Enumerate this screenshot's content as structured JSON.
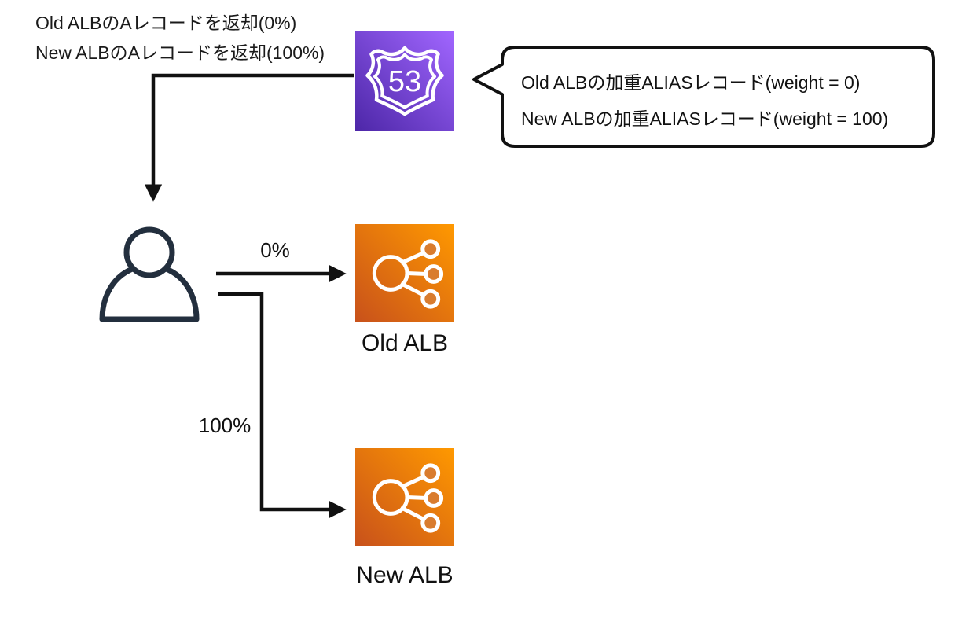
{
  "annotations": {
    "line1": "Old ALBのAレコードを返却(0%)",
    "line2": "New ALBのAレコードを返却(100%)"
  },
  "route53": {
    "shield_number": "53"
  },
  "bubble": {
    "line1": "Old ALBの加重ALIASレコード(weight = 0)",
    "line2": "New ALBの加重ALIASレコード(weight = 100)"
  },
  "arrows": {
    "to_old_alb_label": "0%",
    "to_new_alb_label": "100%"
  },
  "nodes": {
    "old_alb_label": "Old ALB",
    "new_alb_label": "New ALB"
  },
  "colors": {
    "route53_gradient_start": "#4D27A8",
    "route53_gradient_end": "#A166FF",
    "alb_gradient_start": "#C8511B",
    "alb_gradient_end": "#FF9900",
    "line_color": "#111111",
    "person_color": "#232F3E"
  }
}
